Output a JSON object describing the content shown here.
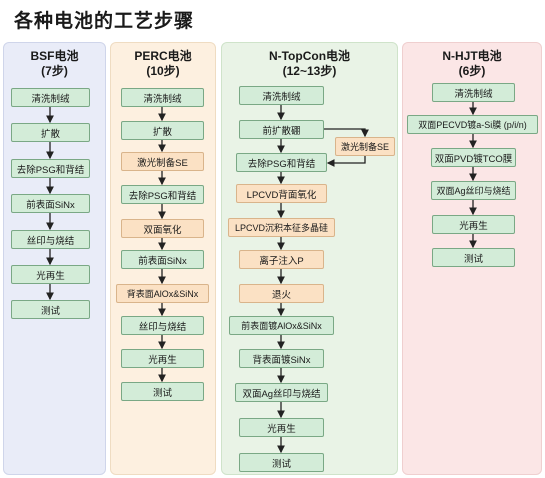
{
  "title": "各种电池的工艺步骤",
  "bsf": {
    "name": "BSF电池",
    "steps_count": "(7步)",
    "steps": [
      "清洗制绒",
      "扩散",
      "去除PSG和背结",
      "前表面SiNx",
      "丝印与烧结",
      "光再生",
      "测试"
    ]
  },
  "perc": {
    "name": "PERC电池",
    "steps_count": "(10步)",
    "steps": [
      "清洗制绒",
      "扩散",
      "激光制备SE",
      "去除PSG和背结",
      "双面氧化",
      "前表面SiNx",
      "背表面AlOx&SiNx",
      "丝印与烧结",
      "光再生",
      "测试"
    ]
  },
  "topcon": {
    "name": "N-TopCon电池",
    "steps_count": "(12~13步)",
    "steps": [
      "清洗制绒",
      "前扩散硼",
      "去除PSG和背结",
      "LPCVD背面氧化",
      "LPCVD沉积本征多晶硅",
      "离子注入P",
      "退火",
      "前表面镀AlOx&SiNx",
      "背表面镀SiNx",
      "双面Ag丝印与烧结",
      "光再生",
      "测试"
    ],
    "side_step": "激光制备SE"
  },
  "hjt": {
    "name": "N-HJT电池",
    "steps_count": "(6步)",
    "steps": [
      "清洗制绒",
      "双面PECVD镀a-Si膜 (p/i/n)",
      "双面PVD镀TCO膜",
      "双面Ag丝印与烧结",
      "光再生",
      "测试"
    ]
  },
  "colors": {
    "standard_step": "#d3ecd8",
    "highlight_step": "#fbe1c4",
    "bsf_bg": "#e9ecf8",
    "perc_bg": "#fdf0e0",
    "topcon_bg": "#e9f3e6",
    "hjt_bg": "#fbe6e6"
  }
}
